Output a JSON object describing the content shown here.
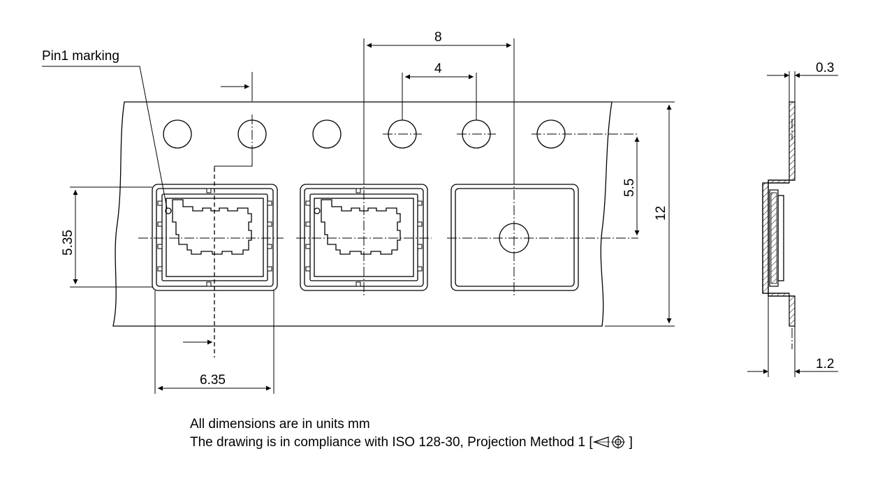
{
  "labels": {
    "pin1": "Pin1 marking",
    "dim_pitch": "8",
    "dim_hole_pitch": "4",
    "dim_offset": "5.5",
    "dim_width": "12",
    "dim_pocket_h": "5.35",
    "dim_pocket_w": "6.35",
    "dim_thickness": "0.3",
    "dim_depth": "1.2"
  },
  "notes": {
    "line1": "All dimensions are in units mm",
    "line2": "The drawing is in compliance with ISO 128-30, Projection Method 1 [",
    "line2_end": "]"
  },
  "icons": {
    "projection": "first-angle-projection-icon"
  }
}
